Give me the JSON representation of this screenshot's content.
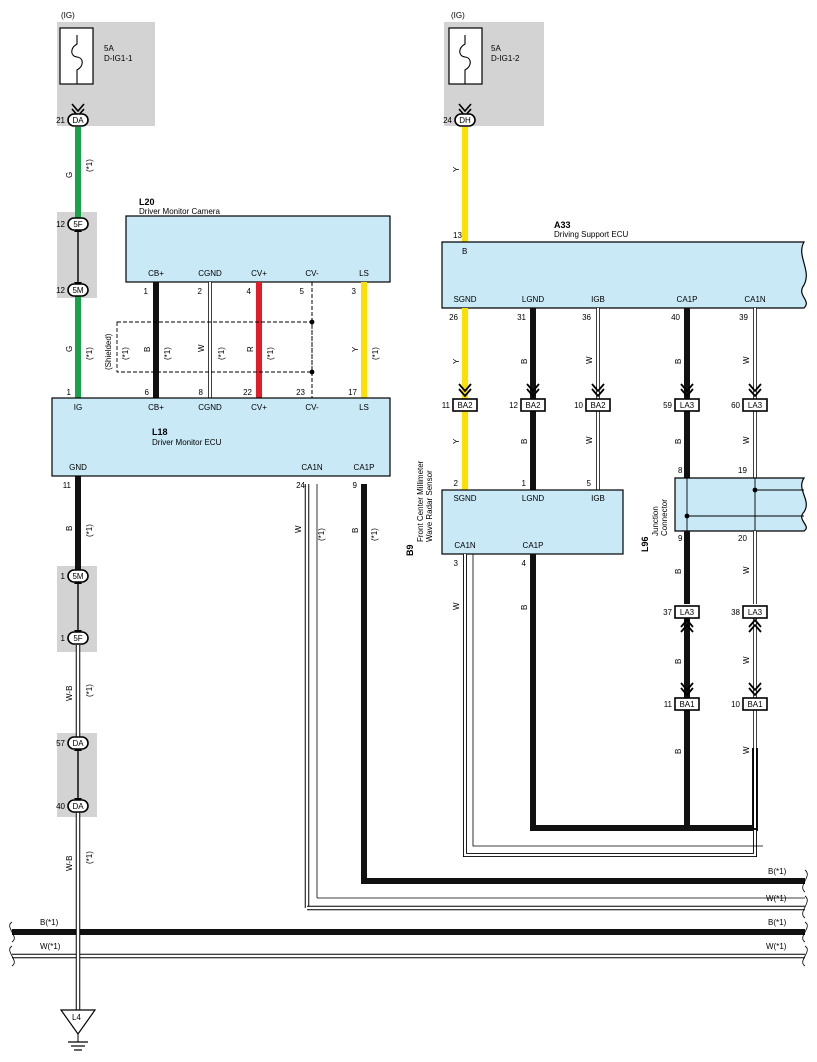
{
  "fuses": [
    {
      "supply": "(IG)",
      "amp": "5A",
      "name": "D-IG1-1",
      "pin": "21",
      "conn": "DA"
    },
    {
      "supply": "(IG)",
      "amp": "5A",
      "name": "D-IG1-2",
      "pin": "24",
      "conn": "DH"
    }
  ],
  "colors": {
    "green": "#16a34a",
    "yellow": "#fde000",
    "red": "#e11d2a",
    "black": "#111111",
    "white_wire": "#ffffff",
    "box_fill": "#c9e9f6",
    "gray_fill": "#d3d3d3"
  },
  "wire_codes": {
    "g": "G",
    "y": "Y",
    "b": "B",
    "w": "W",
    "r": "R",
    "wb": "W-B",
    "star1": "(*1)",
    "shielded": "(Shielded)"
  },
  "camera": {
    "code": "L20",
    "name": "Driver Monitor Camera",
    "pins": [
      "CB+",
      "CGND",
      "CV+",
      "CV-",
      "LS"
    ],
    "pin_nums": [
      "1",
      "2",
      "4",
      "5",
      "3"
    ]
  },
  "ecu_l18": {
    "code": "L18",
    "name": "Driver Monitor ECU",
    "top_pins": [
      "IG",
      "CB+",
      "CGND",
      "CV+",
      "CV-",
      "LS"
    ],
    "top_nums": [
      "1",
      "6",
      "8",
      "22",
      "23",
      "17"
    ],
    "bottom_pins": [
      "GND",
      "CA1N",
      "CA1P"
    ],
    "bottom_nums": [
      "11",
      "24",
      "9"
    ]
  },
  "a33": {
    "code": "A33",
    "name": "Driving Support ECU",
    "top_pin": "B",
    "top_num": "13",
    "pins": [
      "SGND",
      "LGND",
      "IGB",
      "CA1P",
      "CA1N"
    ],
    "nums": [
      "26",
      "31",
      "36",
      "40",
      "39"
    ]
  },
  "b9": {
    "code": "B9",
    "name_line1": "Front Center Millimeter",
    "name_line2": "Wave Radar Sensor",
    "top_pins": [
      "SGND",
      "LGND",
      "IGB"
    ],
    "top_nums": [
      "2",
      "1",
      "5"
    ],
    "bottom_pins": [
      "CA1N",
      "CA1P"
    ],
    "bottom_nums": [
      "3",
      "4"
    ]
  },
  "l96": {
    "code": "L96",
    "name_line1": "Junction",
    "name_line2": "Connector",
    "pins": [
      "8",
      "19",
      "9",
      "20"
    ]
  },
  "connectors": {
    "5F_top": {
      "pin": "12",
      "conn": "5F"
    },
    "5M_top": {
      "pin": "12",
      "conn": "5M"
    },
    "5M_bot": {
      "pin": "1",
      "conn": "5M"
    },
    "5F_bot": {
      "pin": "1",
      "conn": "5F"
    },
    "DA_57": {
      "pin": "57",
      "conn": "DA"
    },
    "DA_40": {
      "pin": "40",
      "conn": "DA"
    },
    "ba2_1": {
      "pin": "11",
      "conn": "BA2"
    },
    "ba2_2": {
      "pin": "12",
      "conn": "BA2"
    },
    "ba2_3": {
      "pin": "10",
      "conn": "BA2"
    },
    "la3_59": {
      "pin": "59",
      "conn": "LA3"
    },
    "la3_60": {
      "pin": "60",
      "conn": "LA3"
    },
    "la3_37": {
      "pin": "37",
      "conn": "LA3"
    },
    "la3_38": {
      "pin": "38",
      "conn": "LA3"
    },
    "ba1_11": {
      "pin": "11",
      "conn": "BA1"
    },
    "ba1_10": {
      "pin": "10",
      "conn": "BA1"
    }
  },
  "bus_labels": {
    "b1": "B(*1)",
    "w1": "W(*1)",
    "b2": "B(*1)",
    "w2": "W(*1)",
    "b_left": "B(*1)",
    "w_left": "W(*1)"
  },
  "ground": {
    "code": "L4"
  }
}
